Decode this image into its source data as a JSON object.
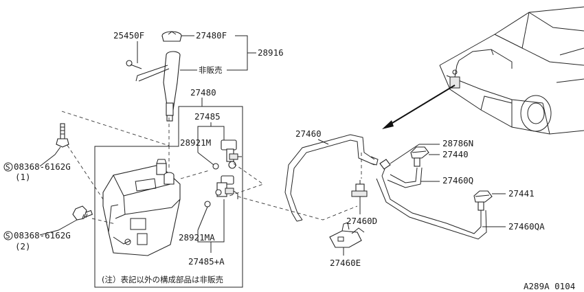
{
  "parts": {
    "p25450F": "25450F",
    "p27480F": "27480F",
    "p28916": "28916",
    "hibanbai": "非販売",
    "p27480": "27480",
    "p27485": "27485",
    "p28921M": "28921M",
    "bolt1_code": "08368-6162G",
    "bolt1_qty": "(1)",
    "bolt2_code": "08368-6162G",
    "bolt2_qty": "(2)",
    "p28921MA": "28921MA",
    "p27485A": "27485+A",
    "p27460": "27460",
    "p28786N": "28786N",
    "p27440": "27440",
    "p27460Q": "27460Q",
    "p27441": "27441",
    "p27460D": "27460D",
    "p27460QA": "27460QA",
    "p27460E": "27460E",
    "screw_symbol": "S"
  },
  "note": "(注）表記以外の構成部品は非販売",
  "ref_code": "A289A 0104"
}
